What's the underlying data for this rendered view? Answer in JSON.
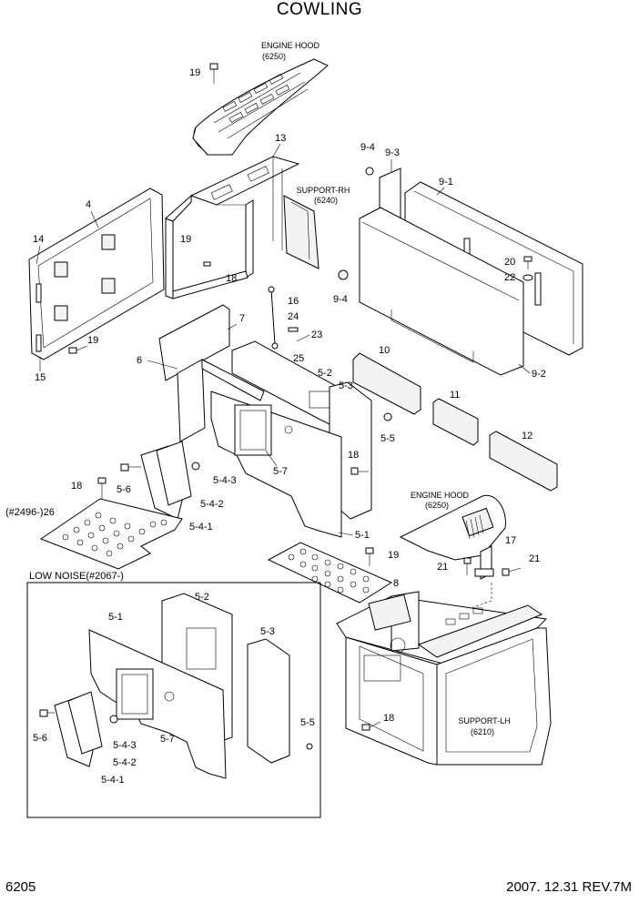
{
  "title": "COWLING",
  "page_number": "6205",
  "revision": "2007. 12.31  REV.7M",
  "assemblies": {
    "engine_hood_top": "ENGINE HOOD",
    "engine_hood_top_ref": "(6250)",
    "support_rh": "SUPPORT-RH",
    "support_rh_ref": "(6240)",
    "engine_hood_lower": "ENGINE HOOD",
    "engine_hood_lower_ref": "(6250)",
    "support_lh": "SUPPORT-LH",
    "support_lh_ref": "(6210)"
  },
  "low_noise_box": "LOW NOISE(#2067-)",
  "serial_note": "(#2496-)26",
  "callouts": {
    "c19a": "19",
    "c13": "13",
    "c4": "4",
    "c14": "14",
    "c19b": "19",
    "c18a": "18",
    "c19c": "19",
    "c15": "15",
    "c94a": "9-4",
    "c93": "9-3",
    "c91": "9-1",
    "c20": "20",
    "c22": "22",
    "c94b": "9-4",
    "c92": "9-2",
    "c16": "16",
    "c24": "24",
    "c23": "23",
    "c25": "25",
    "c7": "7",
    "c6": "6",
    "c52": "5-2",
    "c53": "5-3",
    "c10": "10",
    "c11": "11",
    "c12": "12",
    "c55": "5-5",
    "c18b": "18",
    "c56": "5-6",
    "c543": "5-4-3",
    "c57": "5-7",
    "c542": "5-4-2",
    "c541": "5-4-1",
    "c51": "5-1",
    "c18c": "18",
    "c17": "17",
    "c21a": "21",
    "c21b": "21",
    "c19d": "19",
    "c8": "8",
    "ln52": "5-2",
    "ln51": "5-1",
    "ln53": "5-3",
    "ln55": "5-5",
    "ln56": "5-6",
    "ln543": "5-4-3",
    "ln57": "5-7",
    "ln542": "5-4-2",
    "ln541": "5-4-1",
    "c18d": "18"
  }
}
